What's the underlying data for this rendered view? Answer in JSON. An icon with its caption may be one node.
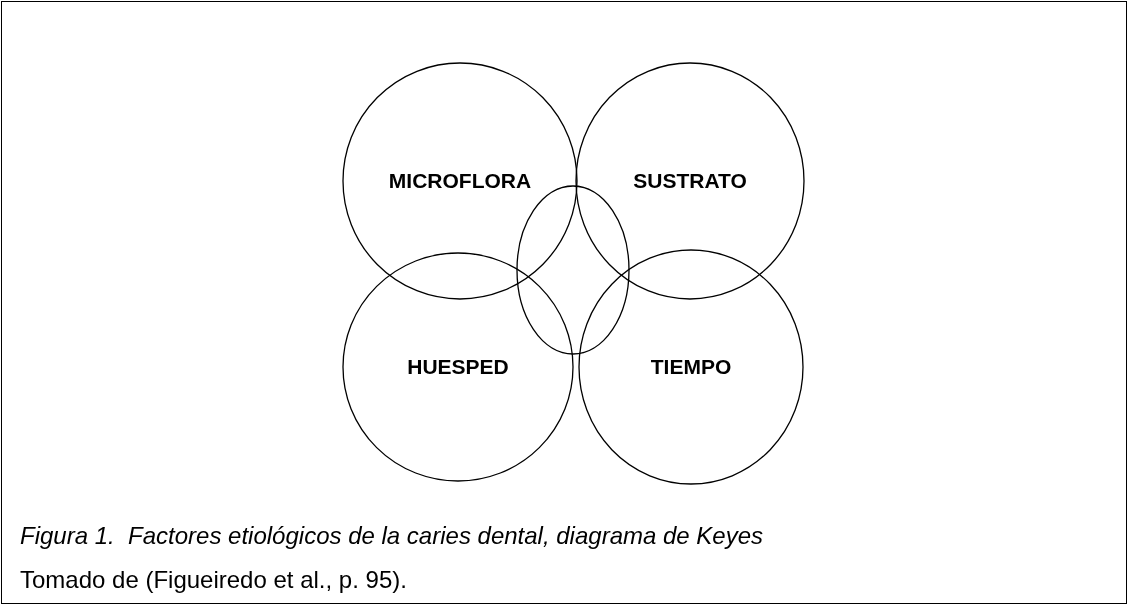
{
  "diagram": {
    "caption": "Figura 1.  Factores etiológicos de la caries dental, diagrama de Keyes",
    "nodes": [
      {
        "text": [
          "MICROFLORA"
        ]
      },
      {
        "text": [
          "SUSTRATO"
        ]
      },
      {
        "text": [],
        "shape": "ellipse"
      },
      {
        "text": [
          "HUESPED"
        ]
      },
      {
        "text": [
          "TIEMPO"
        ]
      }
    ],
    "labels": [
      "Tomado de (Figueiredo et al., p. 95)."
    ]
  }
}
